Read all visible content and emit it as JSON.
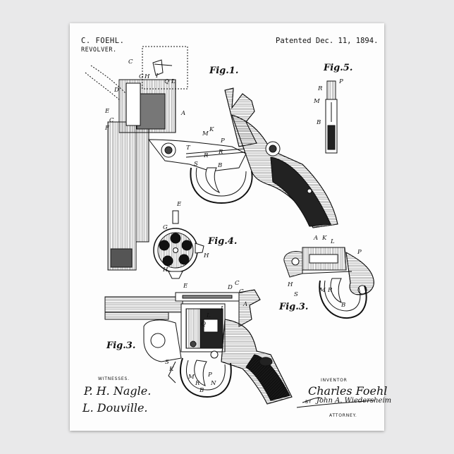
{
  "header": {
    "inventor_name": "C. FOEHL.",
    "title": "REVOLVER.",
    "patent": "Patented Dec. 11, 1894."
  },
  "figures": {
    "fig1": "Fig.1.",
    "fig3_left": "Fig.3.",
    "fig3_right": "Fig.3.",
    "fig4": "Fig.4.",
    "fig5": "Fig.5."
  },
  "witnesses": {
    "label": "WITNESSES.",
    "sig1": "P. H. Nagle.",
    "sig2": "L. Douville."
  },
  "inventor": {
    "label": "INVENTOR",
    "signature": "Charles Foehl",
    "by": "BY",
    "attorney_signature": "John A. Wiedersheim",
    "attorney_label": "ATTORNEY."
  },
  "part_labels": {
    "fig1": [
      "C",
      "G",
      "H",
      "I",
      "Q",
      "L",
      "D",
      "E",
      "C",
      "F",
      "A",
      "M",
      "K",
      "P",
      "R",
      "S",
      "B",
      "R",
      "T"
    ],
    "fig5": [
      "R",
      "P",
      "M",
      "B"
    ],
    "fig4": [
      "E",
      "G",
      "H",
      "H"
    ],
    "fig3r": [
      "A",
      "K",
      "L",
      "P",
      "H",
      "S",
      "M",
      "R",
      "B"
    ],
    "fig3l": [
      "E",
      "D",
      "C",
      "C",
      "A",
      "I",
      "L",
      "Q",
      "S",
      "K",
      "M",
      "R",
      "B",
      "P",
      "N"
    ]
  }
}
